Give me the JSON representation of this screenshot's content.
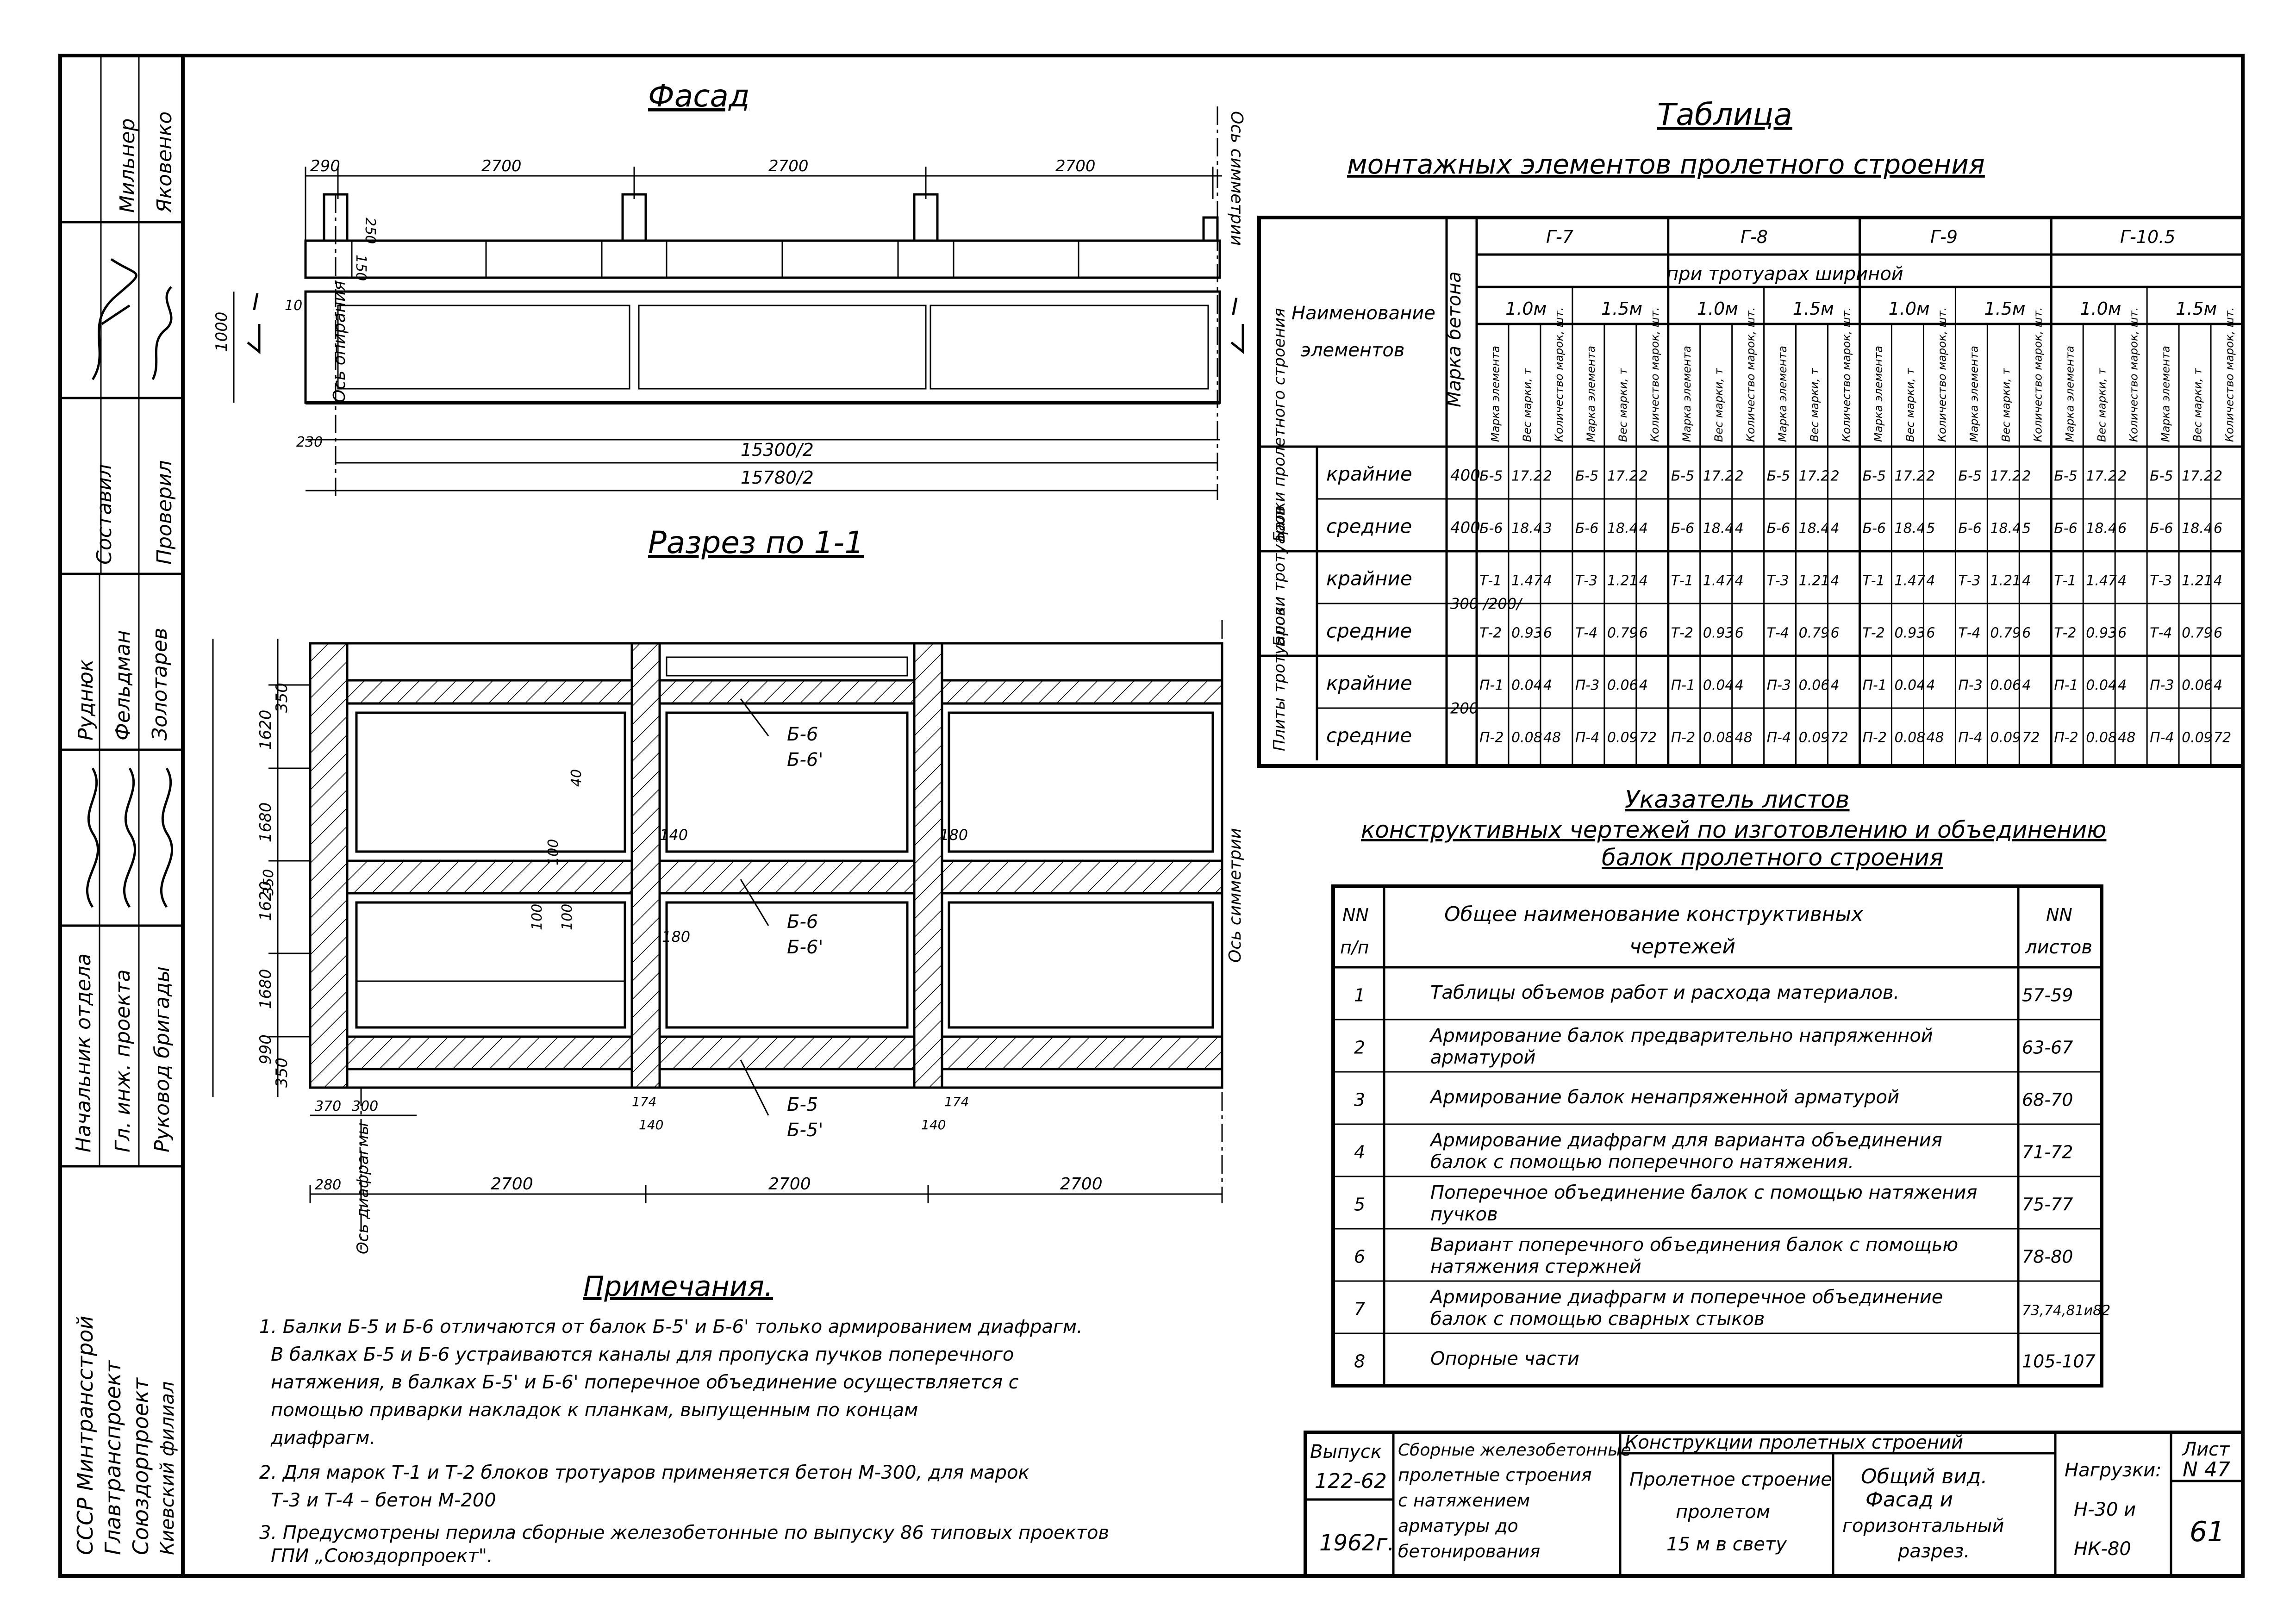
{
  "drawing": {
    "facade": {
      "title": "Фасад",
      "dims": [
        "290",
        "2700",
        "2700",
        "2700",
        "250",
        "150",
        "1000",
        "10",
        "230",
        "15300/2",
        "15780/2"
      ],
      "section_marks": [
        "I",
        "I"
      ],
      "labels": {
        "symmetry_axis": "Ось симметрии",
        "bearing_axis": "Ось опирания"
      }
    },
    "section": {
      "title": "Разрез по 1-1",
      "beam_labels": [
        {
          "mark": "Б-6",
          "alt": "Б-6'"
        },
        {
          "mark": "Б-6",
          "alt": "Б-6'"
        },
        {
          "mark": "Б-5",
          "alt": "Б-5'"
        }
      ],
      "left_dims": [
        "350",
        "1620",
        "1680",
        "1620",
        "1680",
        "990",
        "350"
      ],
      "inner_dims": [
        "40",
        "140",
        "180",
        "180",
        "100",
        "100",
        "100",
        "350",
        "174",
        "174",
        "140",
        "140"
      ],
      "bottom_dims": [
        "370",
        "300",
        "280",
        "2700",
        "2700",
        "2700"
      ],
      "labels": {
        "symmetry_axis": "Ось симметрии",
        "diaphragm_axis": "Ось диафрагмы"
      }
    }
  },
  "elements_table": {
    "title": "Таблица",
    "subtitle": "монтажных элементов пролетного строения",
    "header_name": "Наименование элементов",
    "header_concrete": "Марка бетона",
    "spans": [
      "Г-7",
      "Г-8",
      "Г-9",
      "Г-10.5"
    ],
    "sidewalk_header": "при тротуарах шириной",
    "widths": [
      "1.0м",
      "1.5м"
    ],
    "sub_cols": [
      "Марка элемента",
      "Вес марки, т",
      "Количество марок, шт."
    ],
    "groups": [
      {
        "name": "Балки пролетного строения",
        "rows": [
          {
            "label": "крайние",
            "concrete": "400",
            "cells": [
              "Б-5",
              "17.2",
              "2",
              "Б-5",
              "17.2",
              "2",
              "Б-5",
              "17.2",
              "2",
              "Б-5",
              "17.2",
              "2",
              "Б-5",
              "17.2",
              "2",
              "Б-5",
              "17.2",
              "2",
              "Б-5",
              "17.2",
              "2",
              "Б-5",
              "17.2",
              "2"
            ]
          },
          {
            "label": "средние",
            "concrete": "400",
            "cells": [
              "Б-6",
              "18.4",
              "3",
              "Б-6",
              "18.4",
              "4",
              "Б-6",
              "18.4",
              "4",
              "Б-6",
              "18.4",
              "4",
              "Б-6",
              "18.4",
              "5",
              "Б-6",
              "18.4",
              "5",
              "Б-6",
              "18.4",
              "6",
              "Б-6",
              "18.4",
              "6"
            ]
          }
        ]
      },
      {
        "name": "Блоки тротуаров",
        "concrete": "300 /200/",
        "rows": [
          {
            "label": "крайние",
            "cells": [
              "Т-1",
              "1.47",
              "4",
              "Т-3",
              "1.21",
              "4",
              "Т-1",
              "1.47",
              "4",
              "Т-3",
              "1.21",
              "4",
              "Т-1",
              "1.47",
              "4",
              "Т-3",
              "1.21",
              "4",
              "Т-1",
              "1.47",
              "4",
              "Т-3",
              "1.21",
              "4"
            ]
          },
          {
            "label": "средние",
            "cells": [
              "Т-2",
              "0.93",
              "6",
              "Т-4",
              "0.79",
              "6",
              "Т-2",
              "0.93",
              "6",
              "Т-4",
              "0.79",
              "6",
              "Т-2",
              "0.93",
              "6",
              "Т-4",
              "0.79",
              "6",
              "Т-2",
              "0.93",
              "6",
              "Т-4",
              "0.79",
              "6"
            ]
          }
        ]
      },
      {
        "name": "Плиты тротуаров",
        "concrete": "200",
        "rows": [
          {
            "label": "крайние",
            "cells": [
              "П-1",
              "0.04",
              "4",
              "П-3",
              "0.06",
              "4",
              "П-1",
              "0.04",
              "4",
              "П-3",
              "0.06",
              "4",
              "П-1",
              "0.04",
              "4",
              "П-3",
              "0.06",
              "4",
              "П-1",
              "0.04",
              "4",
              "П-3",
              "0.06",
              "4"
            ]
          },
          {
            "label": "средние",
            "cells": [
              "П-2",
              "0.08",
              "48",
              "П-4",
              "0.09",
              "72",
              "П-2",
              "0.08",
              "48",
              "П-4",
              "0.09",
              "72",
              "П-2",
              "0.08",
              "48",
              "П-4",
              "0.09",
              "72",
              "П-2",
              "0.08",
              "48",
              "П-4",
              "0.09",
              "72"
            ]
          }
        ]
      }
    ]
  },
  "sheet_index": {
    "title_lines": [
      "Указатель листов",
      "конструктивных чертежей по изготовлению и объединению",
      "балок пролетного строения"
    ],
    "headers": [
      "NN п/п",
      "Общее наименование конструктивных чертежей",
      "NN листов"
    ],
    "rows": [
      {
        "n": "1",
        "name": "Таблицы объемов работ и расхода материалов.",
        "sheets": "57-59"
      },
      {
        "n": "2",
        "name": "Армирование балок предварительно напряженной арматурой",
        "sheets": "63-67"
      },
      {
        "n": "3",
        "name": "Армирование балок ненапряженной арматурой",
        "sheets": "68-70"
      },
      {
        "n": "4",
        "name": "Армирование диафрагм для варианта объединения балок с помощью поперечного натяжения.",
        "sheets": "71-72"
      },
      {
        "n": "5",
        "name": "Поперечное объединение балок с помощью натяжения пучков",
        "sheets": "75-77"
      },
      {
        "n": "6",
        "name": "Вариант поперечного объединения балок с помощью натяжения стержней",
        "sheets": "78-80"
      },
      {
        "n": "7",
        "name": "Армирование диафрагм и поперечное объединение балок с помощью сварных стыков",
        "sheets": "73,74,81и82"
      },
      {
        "n": "8",
        "name": "Опорные части",
        "sheets": "105-107"
      }
    ]
  },
  "notes": {
    "title": "Примечания.",
    "lines": [
      "1. Балки Б-5 и Б-6 отличаются от балок Б-5' и Б-6' только армированием диафрагм.",
      "В балках Б-5 и Б-6 устраиваются каналы для пропуска пучков поперечного",
      "натяжения, в балках Б-5' и Б-6' поперечное объединение осуществляется с",
      "помощью приварки накладок к планкам, выпущенным по концам",
      "диафрагм.",
      "2. Для марок Т-1 и Т-2 блоков тротуаров применяется бетон М-300, для марок",
      "Т-3 и Т-4 – бетон М-200",
      "3. Предусмотрены перила сборные железобетонные по выпуску 86 типовых проектов",
      "ГПИ „Союздорпроект\"."
    ]
  },
  "title_block": {
    "issue_label": "Выпуск",
    "issue_value": "122-62",
    "year": "1962г.",
    "series": "Сборные железобетонные пролетные строения с натяжением арматуры до бетонирования",
    "series_lines": [
      "Сборные железобетонные",
      "пролетные строения",
      "с натяжением",
      "арматуры до",
      "бетонирования"
    ],
    "header": "Конструкции пролетных строений",
    "object_lines": [
      "Пролетное строение",
      "пролетом",
      "15 м в свету"
    ],
    "content_lines": [
      "Общий вид.",
      "Фасад и",
      "горизонтальный",
      "разрез."
    ],
    "loads_lines": [
      "Нагрузки:",
      "Н-30 и",
      "НК-80"
    ],
    "sheet_label": "Лист",
    "sheet_no": "N 47",
    "page_no": "61"
  },
  "side_stamp": {
    "org_lines": [
      "СССР Минтрансстрой",
      "Главтранспроект",
      "Союздорпроект",
      "Киевский филиал"
    ],
    "roles": [
      "Начальник отдела",
      "Гл. инж. проекта",
      "Руковод бригады",
      "Составил",
      "Проверил"
    ],
    "names": [
      "Мильнер",
      "Яковенко",
      "Руднюк",
      "Фельдман",
      "Золотарев"
    ]
  }
}
